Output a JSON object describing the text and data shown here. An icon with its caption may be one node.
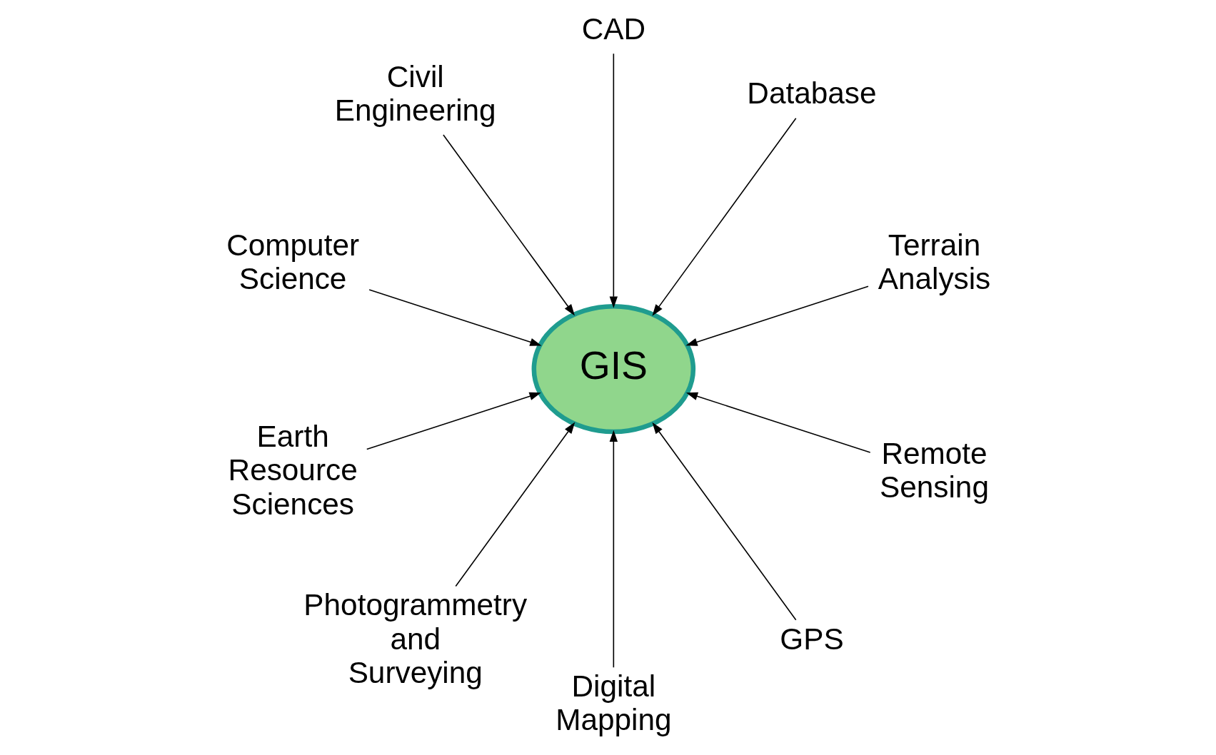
{
  "diagram": {
    "nodes": [
      {
        "text": [
          "Terrain Analysis"
        ]
      },
      {
        "text": [
          "Database"
        ]
      },
      {
        "text": [
          "CAD"
        ]
      },
      {
        "text": [
          "Civil Engineering"
        ]
      },
      {
        "text": [
          "Computer Science"
        ]
      },
      {
        "text": [
          "GIS"
        ]
      },
      {
        "text": [
          "Earth Resource Sciences"
        ]
      },
      {
        "text": [
          "Photogrammetry and Surveying"
        ]
      },
      {
        "text": [
          "Digital Mapping"
        ]
      },
      {
        "text": [
          "GPS"
        ]
      },
      {
        "text": [
          "Remote Sensing"
        ]
      }
    ],
    "edges": [
      {
        "from": 0,
        "to": 5,
        "arrow": "to"
      },
      {
        "from": 2,
        "to": 5,
        "arrow": "to"
      },
      {
        "from": 4,
        "to": 5,
        "arrow": "to"
      },
      {
        "from": 7,
        "to": 5,
        "arrow": "to"
      },
      {
        "from": 10,
        "to": 5,
        "arrow": "to"
      },
      {
        "from": 9,
        "to": 5,
        "arrow": "to"
      },
      {
        "from": 8,
        "to": 5,
        "arrow": "to"
      },
      {
        "from": 6,
        "to": 5,
        "arrow": "to"
      },
      {
        "from": 3,
        "to": 5,
        "arrow": "to"
      },
      {
        "from": 1,
        "to": 5,
        "arrow": "to"
      }
    ]
  }
}
